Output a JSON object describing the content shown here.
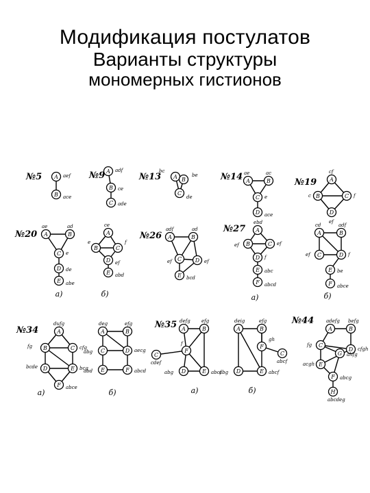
{
  "title": {
    "line1": "Модификация постулатов",
    "line2": "Варианты структуры",
    "line3": "мономерных гистионов"
  },
  "diagrams": [
    {
      "id": "n5",
      "label": "№5",
      "nodes": [
        {
          "t": "A",
          "l": "aef"
        },
        {
          "t": "B",
          "l": "ace"
        }
      ],
      "edges": [
        [
          0,
          1
        ]
      ]
    },
    {
      "id": "n9",
      "label": "№9",
      "nodes": [
        {
          "t": "A",
          "l": "adf"
        },
        {
          "t": "B",
          "l": "ce"
        },
        {
          "t": "C",
          "l": "ade"
        }
      ],
      "edges": [
        [
          0,
          1
        ],
        [
          1,
          2
        ]
      ]
    },
    {
      "id": "n13",
      "label": "№13",
      "nodes": [
        {
          "t": "A",
          "l": "bc"
        },
        {
          "t": "B",
          "l": "be"
        },
        {
          "t": "C",
          "l": "de"
        }
      ],
      "edges": [
        [
          0,
          1
        ],
        [
          1,
          2
        ],
        [
          2,
          0
        ]
      ]
    },
    {
      "id": "n14",
      "label": "№14",
      "nodes": [
        {
          "t": "A",
          "l": "ae"
        },
        {
          "t": "B",
          "l": "ac"
        },
        {
          "t": "C",
          "l": "e"
        },
        {
          "t": "D",
          "l": "ace"
        }
      ],
      "edges": [
        [
          0,
          1
        ],
        [
          1,
          2
        ],
        [
          2,
          0
        ],
        [
          2,
          3
        ]
      ]
    },
    {
      "id": "n19",
      "label": "№19",
      "nodes": [
        {
          "t": "A",
          "l": "cf"
        },
        {
          "t": "B",
          "l": "c"
        },
        {
          "t": "C",
          "l": "f"
        },
        {
          "t": "D",
          "l": "ef"
        }
      ],
      "edges": [
        [
          0,
          1
        ],
        [
          0,
          2
        ],
        [
          1,
          2
        ],
        [
          1,
          3
        ],
        [
          2,
          3
        ]
      ]
    },
    {
      "id": "n20",
      "label": "№20",
      "nodes": [
        {
          "t": "A",
          "l": "ae"
        },
        {
          "t": "B",
          "l": "ad"
        },
        {
          "t": "C",
          "l": "e"
        },
        {
          "t": "D",
          "l": "de"
        },
        {
          "t": "E",
          "l": "abe"
        }
      ],
      "edges": [
        [
          0,
          1
        ],
        [
          1,
          2
        ],
        [
          2,
          0
        ],
        [
          2,
          3
        ],
        [
          3,
          4
        ]
      ]
    },
    {
      "id": "n20b",
      "label": "",
      "nodes": [
        {
          "t": "A",
          "l": "ce"
        },
        {
          "t": "B",
          "l": "e"
        },
        {
          "t": "C",
          "l": "f"
        },
        {
          "t": "D",
          "l": "ef"
        },
        {
          "t": "E",
          "l": "abd"
        }
      ],
      "edges": [
        [
          0,
          1
        ],
        [
          0,
          2
        ],
        [
          1,
          2
        ],
        [
          1,
          3
        ],
        [
          2,
          3
        ],
        [
          3,
          4
        ]
      ]
    },
    {
      "id": "n26",
      "label": "№26",
      "nodes": [
        {
          "t": "A",
          "l": "adf"
        },
        {
          "t": "B",
          "l": "ad"
        },
        {
          "t": "C",
          "l": "ef"
        },
        {
          "t": "D",
          "l": "ef"
        },
        {
          "t": "E",
          "l": "bcd"
        }
      ],
      "edges": [
        [
          0,
          1
        ],
        [
          0,
          2
        ],
        [
          1,
          2
        ],
        [
          1,
          3
        ],
        [
          2,
          3
        ],
        [
          2,
          4
        ],
        [
          3,
          4
        ]
      ]
    },
    {
      "id": "n27",
      "label": "№27",
      "nodes": [
        {
          "t": "A",
          "l": "ebd"
        },
        {
          "t": "B",
          "l": "ef"
        },
        {
          "t": "C",
          "l": "ef"
        },
        {
          "t": "D",
          "l": "f"
        },
        {
          "t": "E",
          "l": "abc"
        },
        {
          "t": "F",
          "l": "abcd"
        }
      ],
      "edges": [
        [
          0,
          1
        ],
        [
          0,
          2
        ],
        [
          1,
          2
        ],
        [
          1,
          3
        ],
        [
          2,
          3
        ],
        [
          3,
          4
        ],
        [
          4,
          5
        ]
      ]
    },
    {
      "id": "n27b",
      "label": "",
      "nodes": [
        {
          "t": "A",
          "l": "cd"
        },
        {
          "t": "B",
          "l": "adf"
        },
        {
          "t": "C",
          "l": "ef"
        },
        {
          "t": "D",
          "l": "f"
        },
        {
          "t": "E",
          "l": "be"
        },
        {
          "t": "F",
          "l": "abce"
        }
      ],
      "edges": [
        [
          0,
          1
        ],
        [
          0,
          2
        ],
        [
          1,
          3
        ],
        [
          2,
          3
        ],
        [
          0,
          3
        ],
        [
          3,
          4
        ],
        [
          4,
          5
        ]
      ]
    },
    {
      "id": "n34",
      "label": "№34",
      "nodes": [
        {
          "t": "A",
          "l": "dufg"
        },
        {
          "t": "B",
          "l": "fg"
        },
        {
          "t": "C",
          "l": "cfg"
        },
        {
          "t": "D",
          "l": "bcde"
        },
        {
          "t": "E",
          "l": "bcg"
        },
        {
          "t": "F",
          "l": "abce"
        }
      ],
      "edges": [
        [
          0,
          1
        ],
        [
          0,
          2
        ],
        [
          1,
          2
        ],
        [
          1,
          3
        ],
        [
          2,
          4
        ],
        [
          3,
          4
        ],
        [
          1,
          4
        ],
        [
          3,
          5
        ],
        [
          4,
          5
        ]
      ]
    },
    {
      "id": "n34b",
      "label": "",
      "nodes": [
        {
          "t": "A",
          "l": "deg"
        },
        {
          "t": "B",
          "l": "efg"
        },
        {
          "t": "C",
          "l": "abg"
        },
        {
          "t": "D",
          "l": "aecg"
        },
        {
          "t": "E",
          "l": "abd"
        },
        {
          "t": "F",
          "l": "abcd"
        }
      ],
      "edges": [
        [
          0,
          1
        ],
        [
          0,
          2
        ],
        [
          1,
          3
        ],
        [
          0,
          3
        ],
        [
          2,
          3
        ],
        [
          2,
          4
        ],
        [
          3,
          5
        ],
        [
          4,
          5
        ]
      ]
    },
    {
      "id": "n35",
      "label": "№35",
      "nodes": [
        {
          "t": "A",
          "l": "defg"
        },
        {
          "t": "B",
          "l": "efg"
        },
        {
          "t": "C",
          "l": "cdef"
        },
        {
          "t": "D",
          "l": "abg"
        },
        {
          "t": "E",
          "l": "abcf"
        },
        {
          "t": "F",
          "l": "f"
        }
      ],
      "edges": [
        [
          0,
          1
        ],
        [
          0,
          5
        ],
        [
          1,
          5
        ],
        [
          5,
          2
        ],
        [
          5,
          3
        ],
        [
          5,
          4
        ],
        [
          3,
          4
        ],
        [
          1,
          4
        ]
      ]
    },
    {
      "id": "n35b",
      "label": "",
      "nodes": [
        {
          "t": "A",
          "l": "deig"
        },
        {
          "t": "B",
          "l": "efg"
        },
        {
          "t": "C",
          "l": "abcf"
        },
        {
          "t": "D",
          "l": "abg"
        },
        {
          "t": "E",
          "l": "abcf"
        },
        {
          "t": "F",
          "l": "gh"
        }
      ],
      "edges": [
        [
          0,
          1
        ],
        [
          0,
          3
        ],
        [
          1,
          4
        ],
        [
          0,
          4
        ],
        [
          3,
          4
        ],
        [
          1,
          5
        ],
        [
          5,
          2
        ]
      ]
    },
    {
      "id": "n44",
      "label": "№44",
      "nodes": [
        {
          "t": "A",
          "l": "adefg"
        },
        {
          "t": "B",
          "l": "befg"
        },
        {
          "t": "C",
          "l": "fg"
        },
        {
          "t": "D",
          "l": "cfgh"
        },
        {
          "t": "E",
          "l": "acgh"
        },
        {
          "t": "F",
          "l": "abcg"
        },
        {
          "t": "G",
          "l": "ahfg"
        },
        {
          "t": "H",
          "l": "abcdeg"
        }
      ],
      "edges": [
        [
          0,
          1
        ],
        [
          0,
          2
        ],
        [
          1,
          3
        ],
        [
          2,
          3
        ],
        [
          2,
          4
        ],
        [
          3,
          4
        ],
        [
          2,
          6
        ],
        [
          4,
          5
        ],
        [
          6,
          5
        ],
        [
          5,
          7
        ]
      ]
    }
  ],
  "captions": {
    "n20a": "а)",
    "n20b": "б)",
    "n27a": "а)",
    "n27b": "б)",
    "n34a": "а)",
    "n34b": "б)",
    "n35a": "а)",
    "n35b": "б)"
  }
}
